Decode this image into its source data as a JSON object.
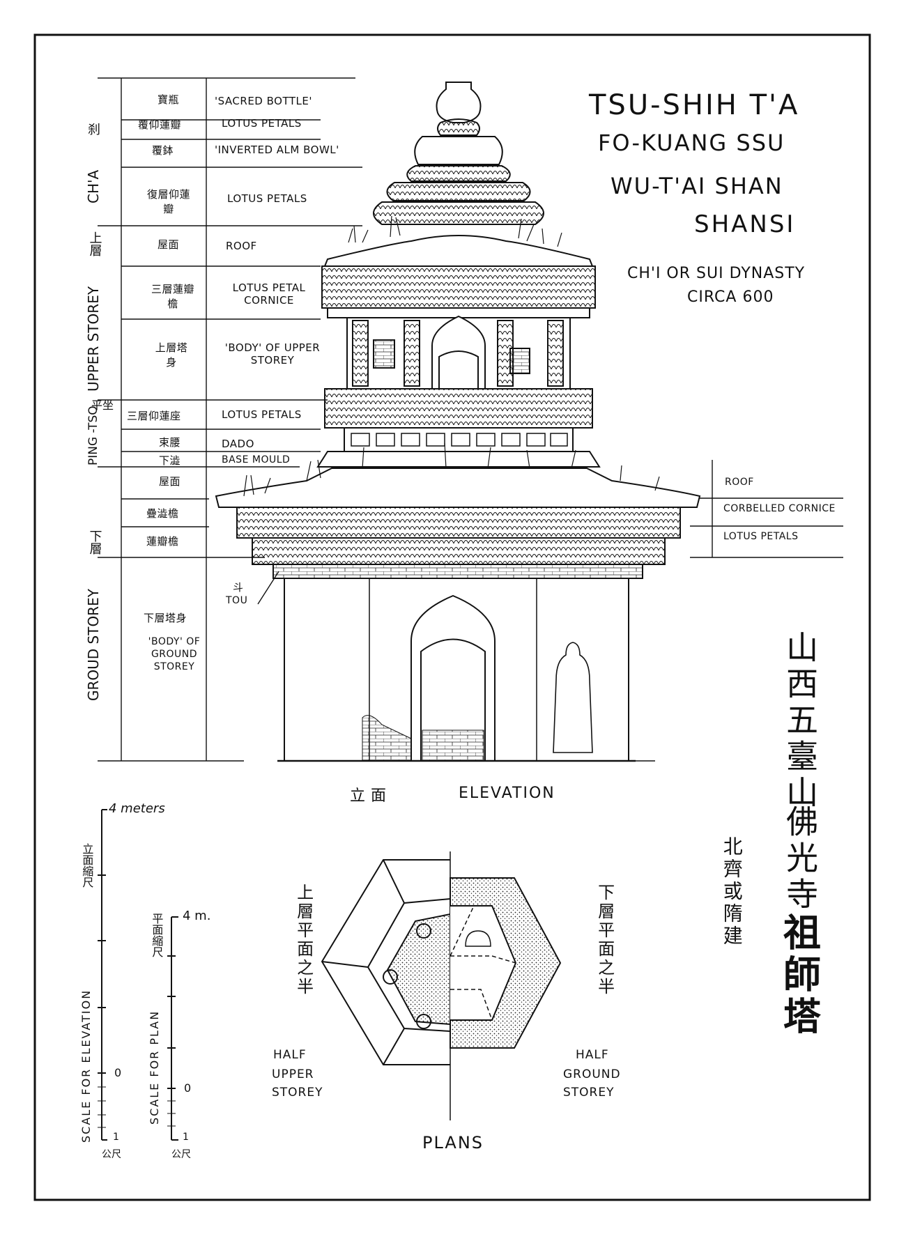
{
  "title": {
    "line1": "TSU-SHIH T'A",
    "line2": "FO-KUANG SSU",
    "line3": "WU-T'AI SHAN",
    "line4": "SHANSI",
    "dynasty": "CH'I OR SUI DYNASTY",
    "date": "CIRCA 600"
  },
  "chinese_title": {
    "place": "山西五臺山",
    "temple": "佛光寺",
    "pagoda": "祖師塔",
    "dynasty": "北齊或隋建"
  },
  "sections": {
    "cha": {
      "en": "CH'A",
      "zh": "刹"
    },
    "upper_storey": {
      "en": "UPPER STOREY",
      "zh": "上層"
    },
    "ping_tso": {
      "en": "PING -TSO",
      "zh": "平坐"
    },
    "ground_storey": {
      "en": "GROUD STOREY",
      "zh": "下層"
    }
  },
  "left_labels": [
    {
      "zh": "寶瓶",
      "en": "'SACRED BOTTLE'"
    },
    {
      "zh": "覆仰蓮瓣",
      "en": "LOTUS PETALS"
    },
    {
      "zh": "覆鉢",
      "en": "'INVERTED ALM BOWL'"
    },
    {
      "zh": "復層仰蓮瓣",
      "en": "LOTUS PETALS"
    },
    {
      "zh": "屋面",
      "en": "ROOF"
    },
    {
      "zh": "三層蓮瓣檐",
      "en": "LOTUS PETAL CORNICE"
    },
    {
      "zh": "上層塔身",
      "en": "'BODY' OF UPPER STOREY"
    },
    {
      "zh": "三層仰蓮座",
      "en": "LOTUS PETALS"
    },
    {
      "zh": "束腰",
      "en": "DADO"
    },
    {
      "zh": "下澁",
      "en": "BASE MOULD"
    },
    {
      "zh": "屋面",
      "en": ""
    },
    {
      "zh": "疊澁檐",
      "en": ""
    },
    {
      "zh": "蓮瓣檐",
      "en": ""
    },
    {
      "zh": "下層塔身",
      "en": "'BODY' OF GROUND STOREY"
    }
  ],
  "tou_label": {
    "zh": "斗",
    "en": "TOU"
  },
  "right_labels": [
    "ROOF",
    "CORBELLED CORNICE",
    "LOTUS PETALS"
  ],
  "elevation_caption": {
    "zh": "立面",
    "en": "ELEVATION"
  },
  "scales": {
    "elevation": {
      "top_label": "4 meters",
      "zero": "0",
      "one": "1",
      "foot": "公尺",
      "caption": "SCALE FOR ELEVATION",
      "zh": "立面縮尺"
    },
    "plan": {
      "top_label": "4 m.",
      "zero": "0",
      "one": "1",
      "foot": "公尺",
      "caption": "SCALE FOR PLAN",
      "zh": "平面縮尺"
    }
  },
  "plans": {
    "caption": "PLANS",
    "left_zh": "上層平面之半",
    "left_en": [
      "HALF",
      "UPPER",
      "STOREY"
    ],
    "right_zh": "下層平面之半",
    "right_en": [
      "HALF",
      "GROUND",
      "STOREY"
    ]
  }
}
